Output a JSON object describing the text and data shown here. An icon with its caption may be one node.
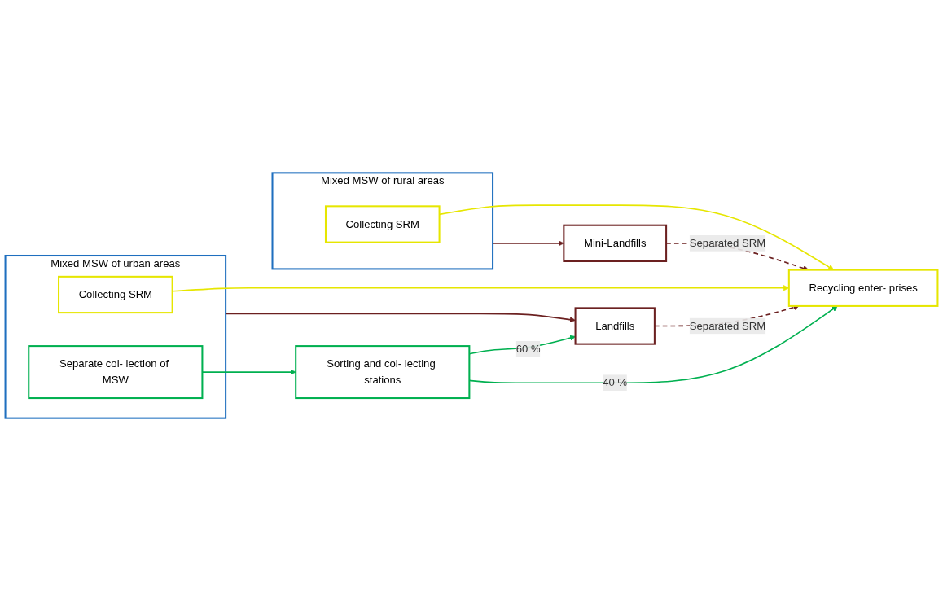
{
  "diagram": {
    "nodes": [
      {
        "text": [
          "Mixed MSW of urban areas"
        ]
      },
      {
        "text": [
          "Collecting SRM"
        ],
        "in": 0
      },
      {
        "text": [
          "Separate col- lection of MSW"
        ],
        "in": 0
      },
      {
        "text": [
          "Mixed MSW of rural areas"
        ]
      },
      {
        "text": [
          "Collecting SRM"
        ],
        "in": 3
      },
      {
        "text": [
          "Landfills"
        ]
      },
      {
        "text": [
          "Sorting and col- lecting stations"
        ]
      },
      {
        "text": [
          "Recycling enter- prises"
        ]
      },
      {
        "text": [
          "Mini-Landfills"
        ]
      }
    ],
    "edges": [
      {
        "from": 0,
        "to": 5,
        "arrow": "to",
        "color": "#6b2020"
      },
      {
        "from": 1,
        "to": 7,
        "arrow": "to",
        "color": "#e6e600"
      },
      {
        "from": 2,
        "to": 6,
        "arrow": "to",
        "color": "#00b050"
      },
      {
        "from": 4,
        "to": 7,
        "arrow": "to",
        "color": "#e6e600"
      },
      {
        "from": 6,
        "to": 5,
        "arrow": "to",
        "label": "60 %",
        "color": "#00b050"
      },
      {
        "from": 6,
        "to": 7,
        "arrow": "to",
        "label": "40 %",
        "color": "#00b050"
      },
      {
        "from": 5,
        "to": 7,
        "arrow": "to",
        "label": "Separated SRM",
        "style": "dashed",
        "color": "#6b2020"
      },
      {
        "from": 8,
        "to": 7,
        "arrow": "to",
        "label": "Separated SRM",
        "style": "dashed",
        "color": "#6b2020"
      },
      {
        "from": 3,
        "to": 8,
        "arrow": "to",
        "color": "#6b2020"
      }
    ]
  }
}
